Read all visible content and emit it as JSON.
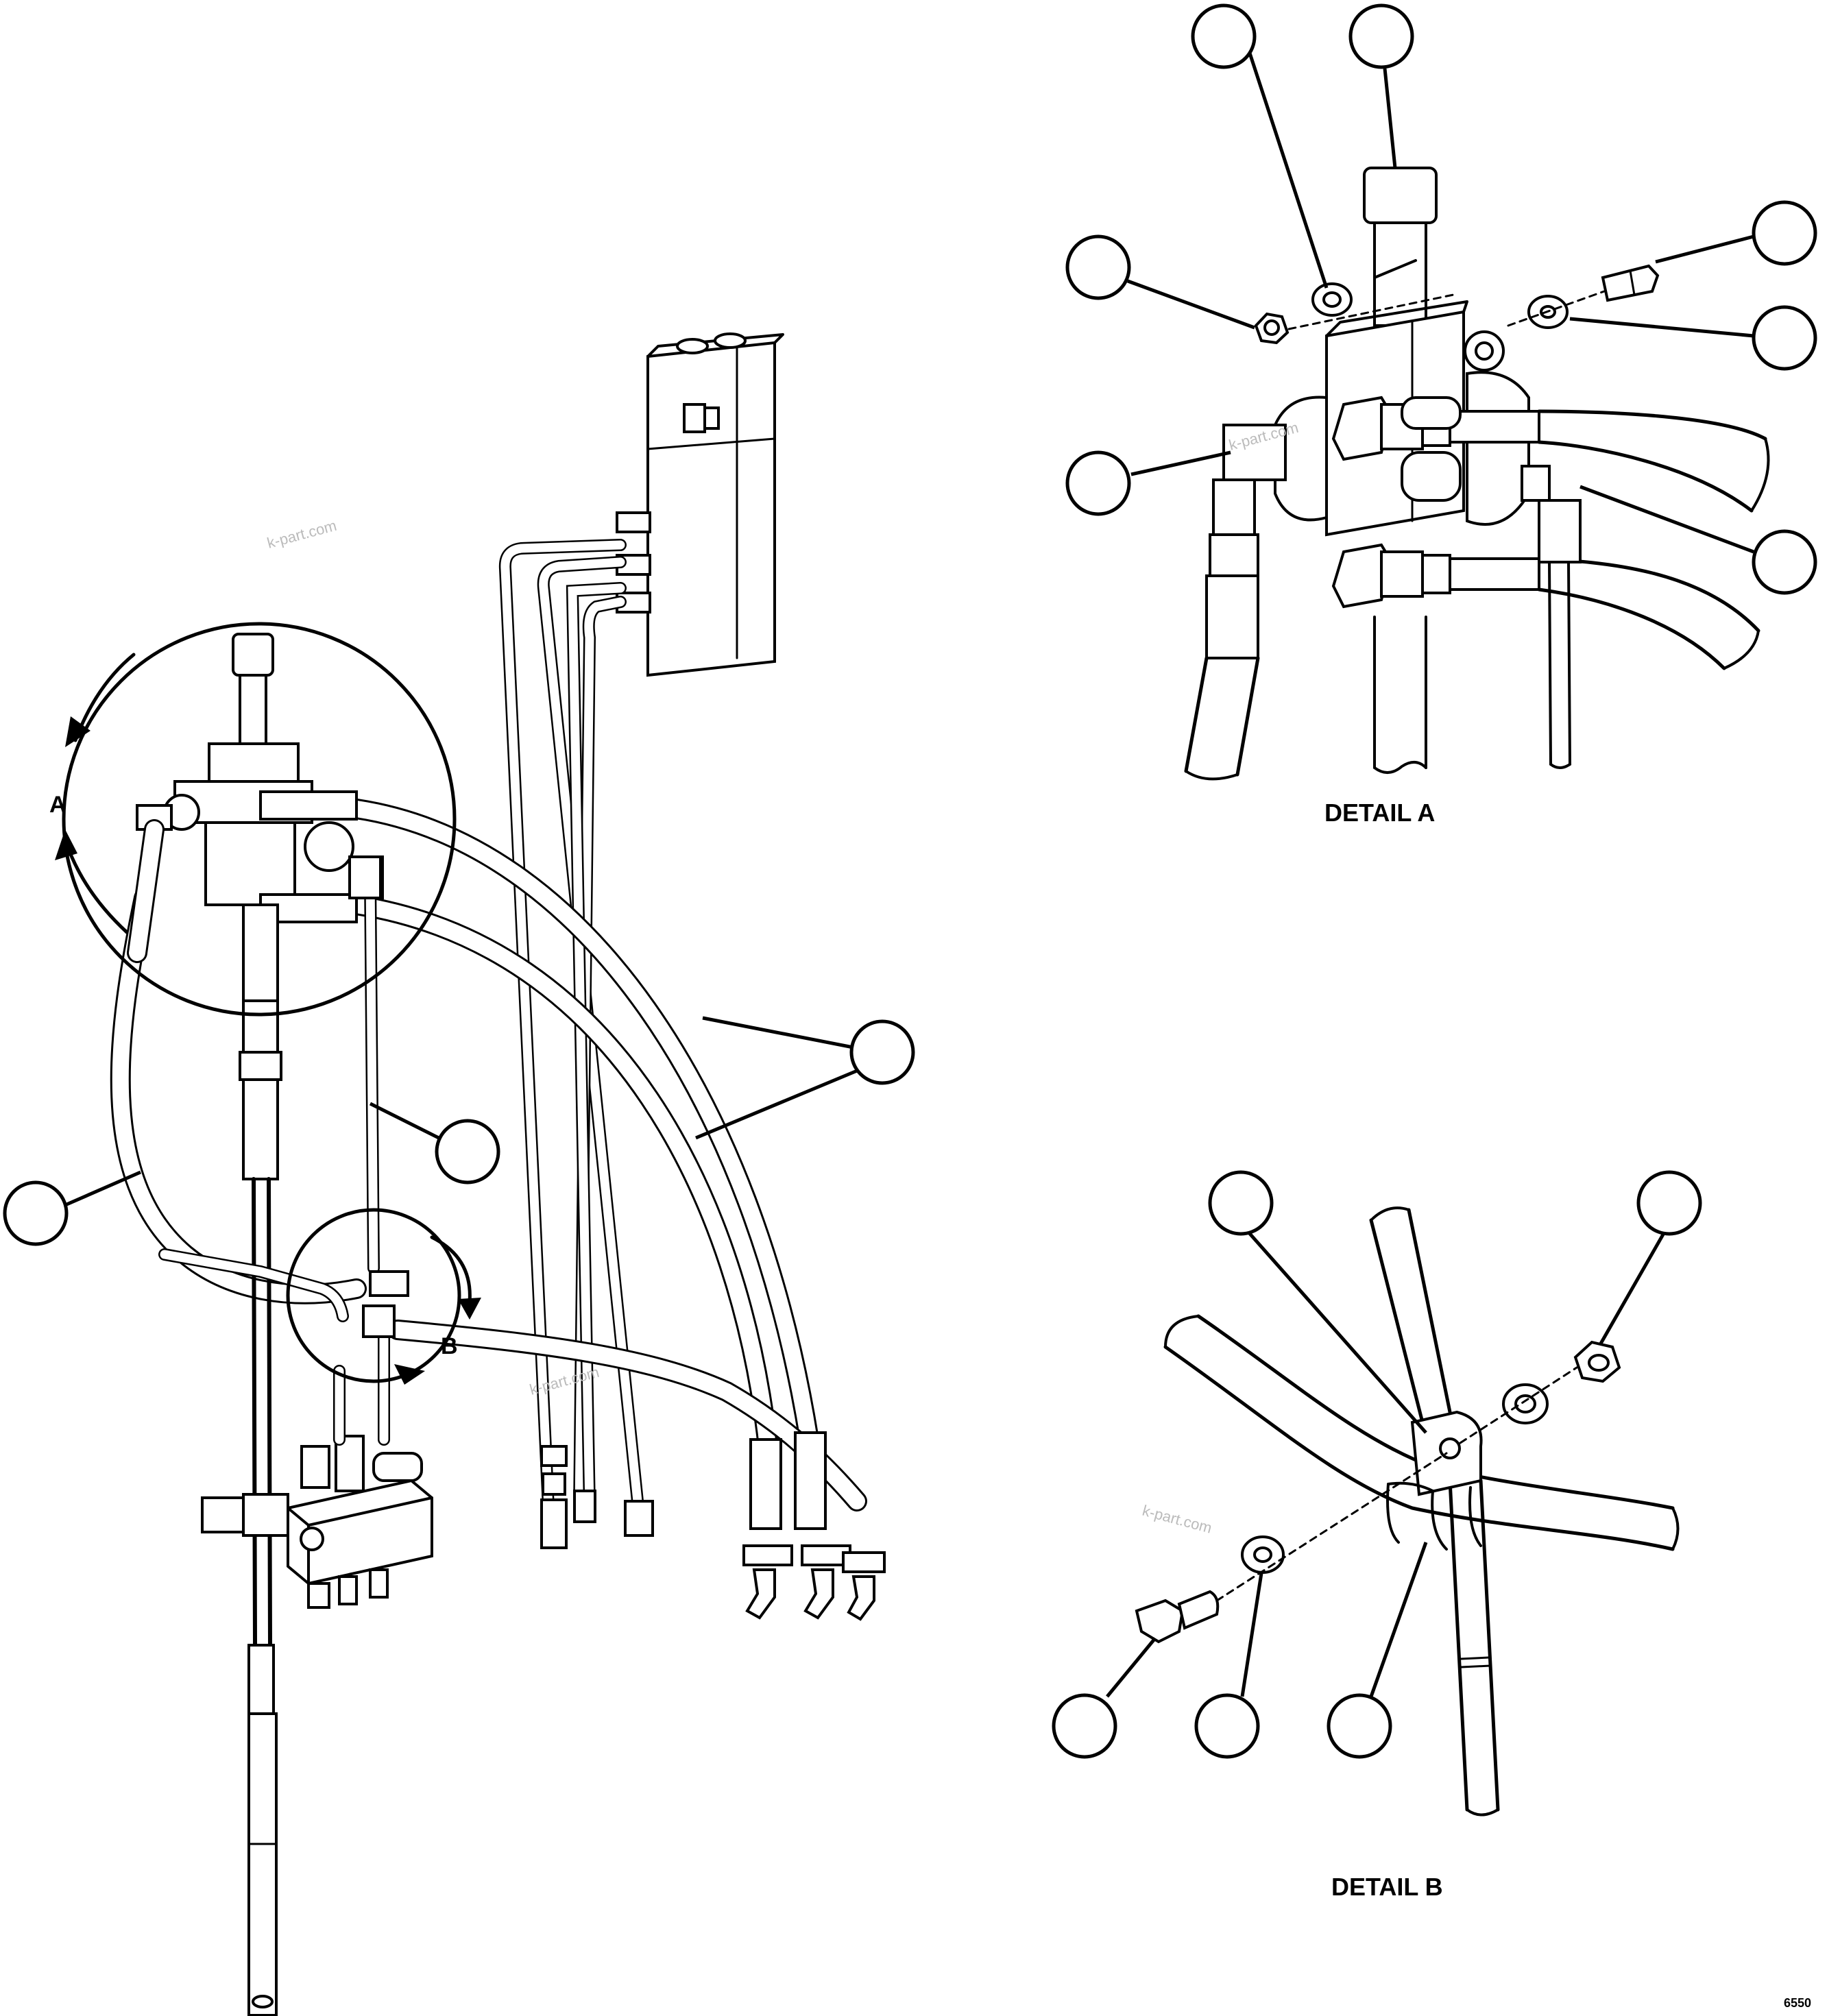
{
  "labels": {
    "view_a": "A",
    "view_b": "B",
    "detail_a_title": "DETAIL A",
    "detail_b_title": "DETAIL B",
    "figure_number": "6550"
  },
  "watermarks": [
    "k-part.com",
    "k-part.com",
    "k-part.com",
    "k-part.com"
  ],
  "colors": {
    "line": "#000000",
    "background": "#ffffff",
    "watermark": "#bbbbbb"
  }
}
